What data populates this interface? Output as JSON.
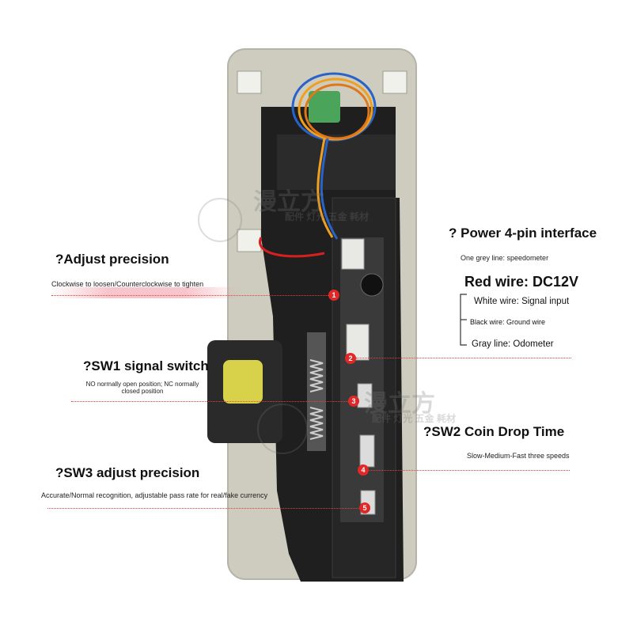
{
  "callouts": {
    "adjust_precision": {
      "title": "Adjust precision",
      "desc": "Clockwise to loosen/Counterclockwise to tighten",
      "marker": "1"
    },
    "sw1": {
      "title": "SW1 signal switch",
      "desc": "NO normally open position; NC normally closed position",
      "marker": "3"
    },
    "sw3": {
      "title": "SW3 adjust precision",
      "desc": "Accurate/Normal recognition, adjustable pass rate for real/fake currency",
      "marker": "5"
    },
    "power": {
      "title": "Power 4-pin interface",
      "desc": "One grey line: speedometer",
      "marker": "2",
      "red_wire": "Red wire: DC12V",
      "pins": [
        "White wire: Signal input",
        "Black wire: Ground wire",
        "Gray line: Odometer"
      ]
    },
    "sw2": {
      "title": "SW2 Coin Drop Time",
      "desc": "Slow-Medium-Fast three speeds",
      "marker": "4"
    }
  },
  "glyph": "?",
  "watermark": {
    "line1": "漫立方",
    "line2": "配件 灯光 五金 耗材"
  },
  "colors": {
    "accent_red": "#e02828",
    "housing": "#1e1e1e",
    "bezel": "#c9c9bd"
  }
}
